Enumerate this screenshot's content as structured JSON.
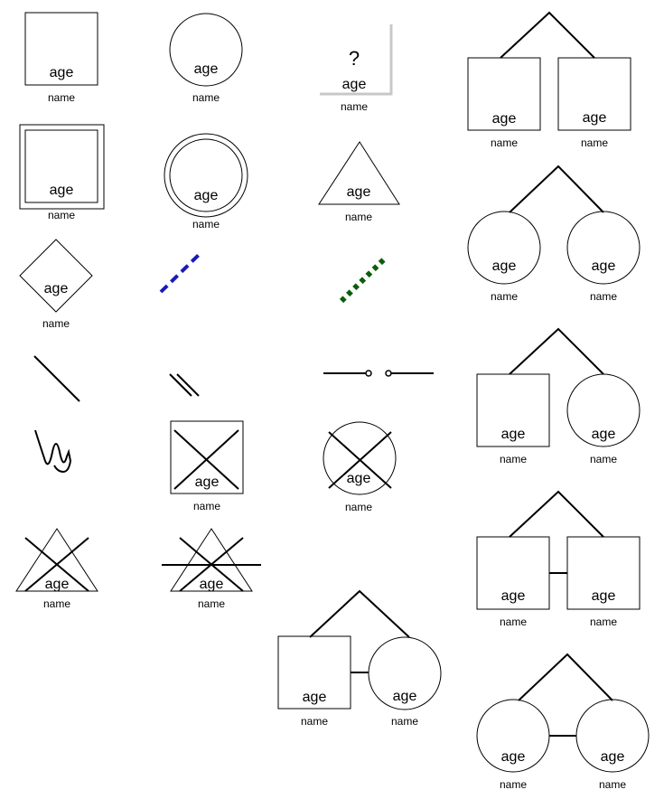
{
  "symbol_text": {
    "age": "age",
    "name": "name",
    "unknown": "?"
  },
  "colors": {
    "stroke": "#000000",
    "background": "#ffffff",
    "unknown_corner": "#c8c8c8",
    "blue_dashed_line": "#1a1ab8",
    "green_dotted_line": "#0b5e0b"
  },
  "symbols": [
    "male",
    "female",
    "unknown-sex",
    "male-proband",
    "female-proband",
    "pregnancy",
    "unknown-sex-diamond",
    "blue-dashed-relation",
    "green-dotted-relation",
    "relationship-line",
    "divorce-line",
    "separation-line",
    "wavy-relation-line",
    "deceased-male",
    "deceased-female",
    "deceased-pregnancy",
    "terminated-pregnancy",
    "male-female-twins-linked",
    "male-twins",
    "female-twins",
    "male-female-twins",
    "identical-male-twins",
    "identical-female-twins"
  ]
}
